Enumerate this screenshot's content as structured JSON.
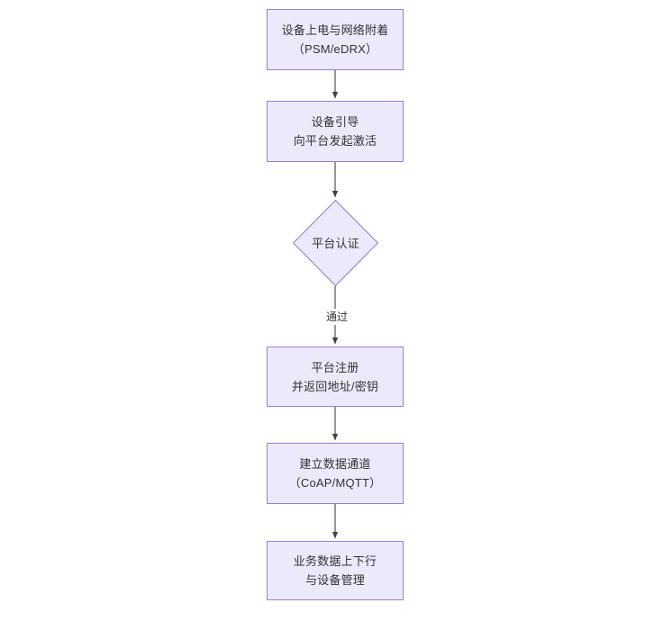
{
  "diagram": {
    "type": "flowchart",
    "orientation": "top-to-bottom",
    "background_color": "#ffffff",
    "node_fill_color": "#ece9fb",
    "node_border_color": "#9a7fd0",
    "node_text_color": "#333333",
    "edge_color": "#3f3f3f",
    "nodes": [
      {
        "id": "n1",
        "shape": "rectangle",
        "line1": "设备上电与网络附着",
        "line2": "（PSM/eDRX）"
      },
      {
        "id": "n2",
        "shape": "rectangle",
        "line1": "设备引导",
        "line2": "向平台发起激活"
      },
      {
        "id": "n3",
        "shape": "diamond",
        "line1": "平台认证",
        "line2": ""
      },
      {
        "id": "n4",
        "shape": "rectangle",
        "line1": "平台注册",
        "line2": "并返回地址/密钥"
      },
      {
        "id": "n5",
        "shape": "rectangle",
        "line1": "建立数据通道",
        "line2": "（CoAP/MQTT）"
      },
      {
        "id": "n6",
        "shape": "rectangle",
        "line1": "业务数据上下行",
        "line2": "与设备管理"
      }
    ],
    "edges": [
      {
        "from": "n1",
        "to": "n2",
        "label": ""
      },
      {
        "from": "n2",
        "to": "n3",
        "label": ""
      },
      {
        "from": "n3",
        "to": "n4",
        "label": "通过"
      },
      {
        "from": "n4",
        "to": "n5",
        "label": ""
      },
      {
        "from": "n5",
        "to": "n6",
        "label": ""
      }
    ]
  }
}
